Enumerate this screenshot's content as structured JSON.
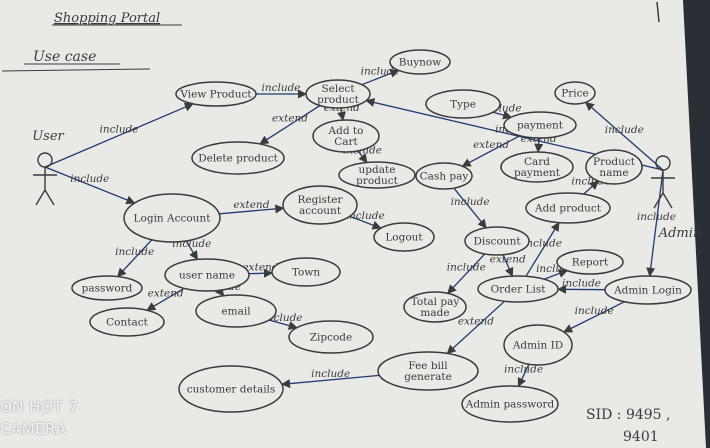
{
  "colors": {
    "paper": "#e9e9e6",
    "ink": "#3b3b3b",
    "edge": "#1f3b73"
  },
  "title": {
    "line1": "Shopping Portal",
    "line2": "Use case"
  },
  "actors": [
    {
      "id": "user",
      "label": "User"
    },
    {
      "id": "admin",
      "label": "Admin"
    }
  ],
  "nodes": [
    {
      "id": "view_product",
      "label": "View Product"
    },
    {
      "id": "select_product",
      "label": "Select product"
    },
    {
      "id": "buy_now",
      "label": "Buynow"
    },
    {
      "id": "add_to_cart",
      "label": "Add to Cart"
    },
    {
      "id": "delete_product",
      "label": "Delete product"
    },
    {
      "id": "update_product",
      "label": "update product"
    },
    {
      "id": "type",
      "label": "Type"
    },
    {
      "id": "price",
      "label": "Price"
    },
    {
      "id": "payment",
      "label": "payment"
    },
    {
      "id": "cash_pay",
      "label": "Cash pay"
    },
    {
      "id": "card_payment",
      "label": "Card payment"
    },
    {
      "id": "product_name",
      "label": "Product name"
    },
    {
      "id": "add_product",
      "label": "Add product"
    },
    {
      "id": "login_account",
      "label": "Login Account"
    },
    {
      "id": "register_account",
      "label": "Register account"
    },
    {
      "id": "logout",
      "label": "Logout"
    },
    {
      "id": "discount",
      "label": "Discount"
    },
    {
      "id": "report",
      "label": "Report"
    },
    {
      "id": "admin_login",
      "label": "Admin Login"
    },
    {
      "id": "password",
      "label": "password"
    },
    {
      "id": "user_name",
      "label": "user name"
    },
    {
      "id": "town",
      "label": "Town"
    },
    {
      "id": "email",
      "label": "email"
    },
    {
      "id": "contact",
      "label": "Contact"
    },
    {
      "id": "zipcode",
      "label": "Zipcode"
    },
    {
      "id": "total_pay",
      "label": "Total pay made"
    },
    {
      "id": "order_list",
      "label": "Order List"
    },
    {
      "id": "admin_id",
      "label": "Admin ID"
    },
    {
      "id": "fee_bill",
      "label": "Fee bill generate"
    },
    {
      "id": "customer_details",
      "label": "customer details"
    },
    {
      "id": "admin_password",
      "label": "Admin password"
    }
  ],
  "edges": [
    {
      "from": "user",
      "to": "view_product",
      "label": "include"
    },
    {
      "from": "view_product",
      "to": "select_product",
      "label": "include"
    },
    {
      "from": "admin",
      "to": "select_product",
      "label": "include"
    },
    {
      "from": "select_product",
      "to": "buy_now",
      "label": "include"
    },
    {
      "from": "select_product",
      "to": "delete_product",
      "label": "extend"
    },
    {
      "from": "select_product",
      "to": "add_to_cart",
      "label": "extend"
    },
    {
      "from": "add_to_cart",
      "to": "update_product",
      "label": "include"
    },
    {
      "from": "type",
      "to": "payment",
      "label": "include"
    },
    {
      "from": "payment",
      "to": "cash_pay",
      "label": "extend"
    },
    {
      "from": "payment",
      "to": "card_payment",
      "label": "extend"
    },
    {
      "from": "admin",
      "to": "price",
      "label": "include"
    },
    {
      "from": "add_product",
      "to": "product_name",
      "label": "include"
    },
    {
      "from": "user",
      "to": "login_account",
      "label": "include"
    },
    {
      "from": "login_account",
      "to": "register_account",
      "label": "extend"
    },
    {
      "from": "register_account",
      "to": "logout",
      "label": "include"
    },
    {
      "from": "login_account",
      "to": "password",
      "label": "include"
    },
    {
      "from": "login_account",
      "to": "user_name",
      "label": "include"
    },
    {
      "from": "user_name",
      "to": "town",
      "label": "extend"
    },
    {
      "from": "user_name",
      "to": "email",
      "label": "include"
    },
    {
      "from": "user_name",
      "to": "contact",
      "label": "extend"
    },
    {
      "from": "email",
      "to": "zipcode",
      "label": "include"
    },
    {
      "from": "cash_pay",
      "to": "discount",
      "label": "include"
    },
    {
      "from": "discount",
      "to": "total_pay",
      "label": "include"
    },
    {
      "from": "discount",
      "to": "order_list",
      "label": "extend"
    },
    {
      "from": "order_list",
      "to": "add_product",
      "label": "include"
    },
    {
      "from": "order_list",
      "to": "report",
      "label": "include"
    },
    {
      "from": "admin",
      "to": "admin_login",
      "label": "include"
    },
    {
      "from": "admin_login",
      "to": "order_list",
      "label": "include"
    },
    {
      "from": "admin_login",
      "to": "admin_id",
      "label": "include"
    },
    {
      "from": "admin_id",
      "to": "admin_password",
      "label": "include"
    },
    {
      "from": "order_list",
      "to": "fee_bill",
      "label": "extend"
    },
    {
      "from": "fee_bill",
      "to": "customer_details",
      "label": "include"
    }
  ],
  "signature": {
    "line1": "SID : 9495 ,",
    "line2": "9401"
  },
  "camera_watermark": {
    "line1": "ON HOT 7",
    "line2": "CAMERA"
  }
}
